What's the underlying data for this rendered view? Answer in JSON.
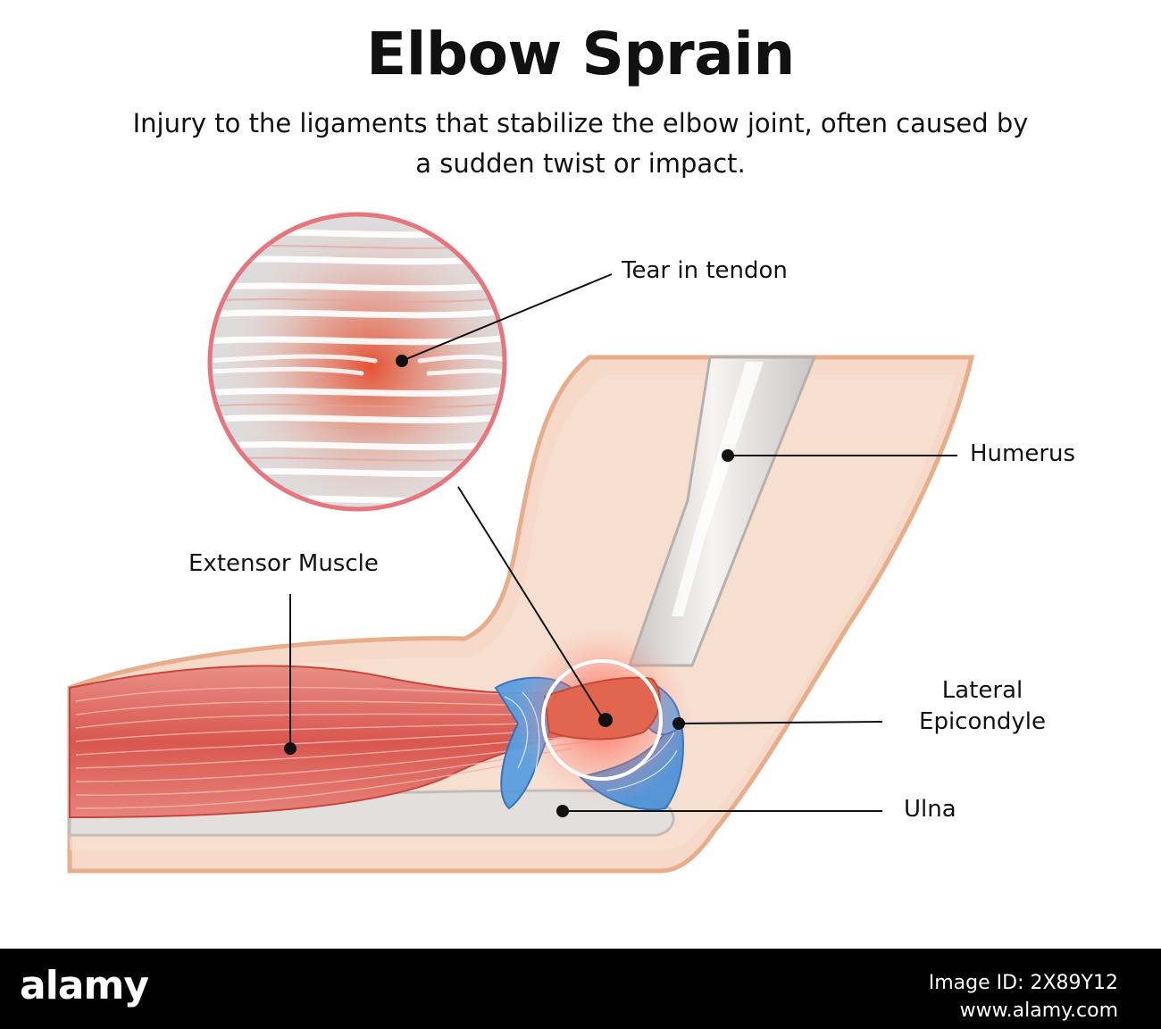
{
  "title": "Elbow Sprain",
  "subtitle_line1": "Injury to the ligaments that stabilize the elbow joint, often caused by",
  "subtitle_line2": "a sudden twist or impact.",
  "labels": {
    "tear": "Tear in tendon",
    "humerus": "Humerus",
    "extensor": "Extensor Muscle",
    "lateral_line1": "Lateral",
    "lateral_line2": "Epicondyle",
    "ulna": "Ulna"
  },
  "footer": {
    "brand": "alamy",
    "image_id": "Image ID: 2X89Y12",
    "site": "www.alamy.com"
  },
  "colors": {
    "skin": "#f6d9c8",
    "skin_outline": "#e8ad8a",
    "muscle": "#d9534f",
    "ligament": "#4f92d8",
    "bone": "#e6e3e1",
    "highlight_ring": "#e8747c"
  }
}
